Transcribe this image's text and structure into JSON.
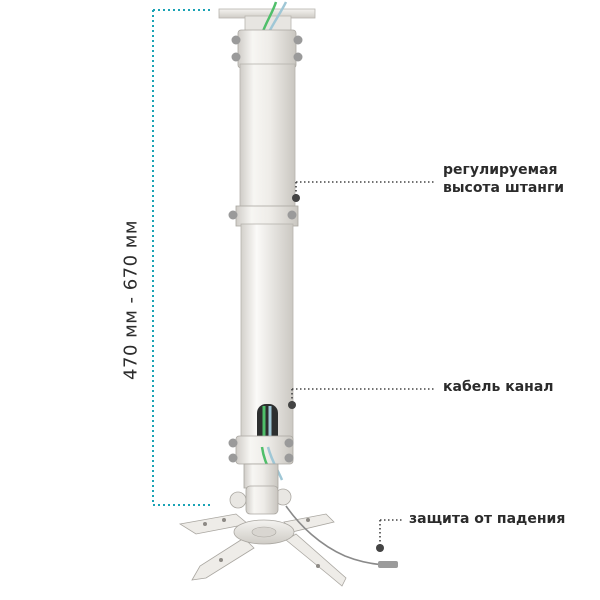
{
  "dimension": {
    "range_label": "470 мм - 670 мм"
  },
  "callouts": {
    "height": {
      "line1": "регулируемая",
      "line2": "высота штанги"
    },
    "cable": {
      "label": "кабель канал"
    },
    "safety": {
      "label": "защита от падения"
    }
  },
  "colors": {
    "pole": "#eceae6",
    "pole_shadow": "#cfcdc8",
    "bolt": "#9a9a9a",
    "guide_line": "#1aa3b5",
    "callout_dot": "#444444",
    "cable_green": "#4fbf6a",
    "cable_blue": "#9fc7d6"
  }
}
